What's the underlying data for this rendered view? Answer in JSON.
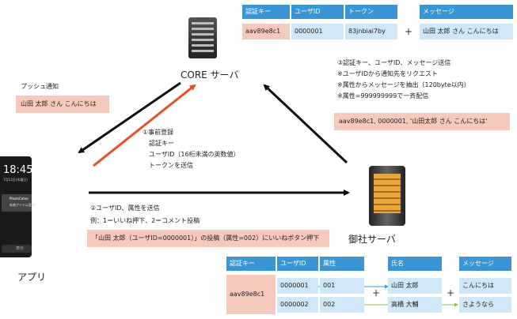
{
  "core_server": {
    "label": "CORE サーバ"
  },
  "company_server": {
    "label": "御社サーバ"
  },
  "app": {
    "label": "アプリ",
    "clock": "18:45",
    "date": "7月12日(木曜日)",
    "notif_title": "PlasmCatee",
    "notif_body": "新着アイテム登場!",
    "slider": "表示"
  },
  "push": {
    "title": "プッシュ通知",
    "message": "山田 太郎 さん こんにちは"
  },
  "top_table": {
    "headers": [
      "認証キー",
      "ユーザID",
      "トークン"
    ],
    "row": [
      "aav89e8c1",
      "0000001",
      "83jnbiai7by"
    ],
    "message_header": "メッセージ",
    "message_value": "山田 太郎 さん こんにちは"
  },
  "step1": {
    "lines": [
      "①事前登録",
      "認証キー",
      "ユーザID（16桁未満の英数値）",
      "トークンを送信"
    ]
  },
  "step2": {
    "lines": [
      "②ユーザID、属性を送信",
      "例：1＝いいね押下、2＝コメント投稿"
    ],
    "box": "「山田 太郎（ユーザID=0000001）」の投稿（属性=002）にいいねボタン押下"
  },
  "step3": {
    "lines": [
      "③認証キー、ユーザID、メッセージ送信",
      "※ユーザIDから通知先をリクエスト",
      "※属性からメッセージを抽出（120byte以内）",
      "※属性=999999999で一斉配信"
    ],
    "box": "aav89e8c1, 0000001, '山田太郎 さん こんにちは'"
  },
  "bottom_table": {
    "headers": [
      "認証キー",
      "ユーザID",
      "属性"
    ],
    "auth_key": "aav89e8c1",
    "rows": [
      {
        "user_id": "0000001",
        "attr": "001"
      },
      {
        "user_id": "0000002",
        "attr": "002"
      }
    ],
    "name_header": "氏名",
    "names": [
      "山田 太郎",
      "高橋 大輔"
    ],
    "message_header": "メッセージ",
    "messages": [
      "こんにちは",
      "さようなら"
    ]
  },
  "plus_sign": "+",
  "colors": {
    "header_blue": "#3a95d4",
    "pink": "#f6c9bd",
    "light_blue": "#cfe7f6",
    "red_arrow": "#e8502a"
  }
}
